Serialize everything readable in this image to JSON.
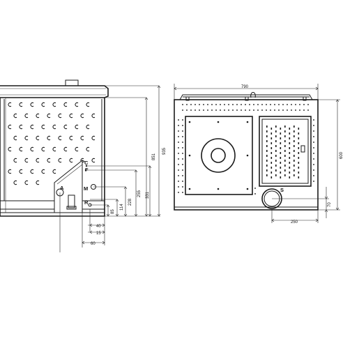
{
  "side_view": {
    "labels": {
      "A": "A",
      "M": "M",
      "R": "R",
      "C": "C",
      "F": "F"
    },
    "dims": {
      "w40": "40",
      "w15": "15",
      "w60": "60",
      "h85": "85",
      "h114": "114",
      "h228": "228",
      "h255": "255",
      "h331": "331",
      "h851": "851",
      "h935": "935"
    }
  },
  "top_view": {
    "labels": {
      "S": "S"
    },
    "dims": {
      "width": "790",
      "depth": "600",
      "h70": "70",
      "w250": "250"
    }
  }
}
